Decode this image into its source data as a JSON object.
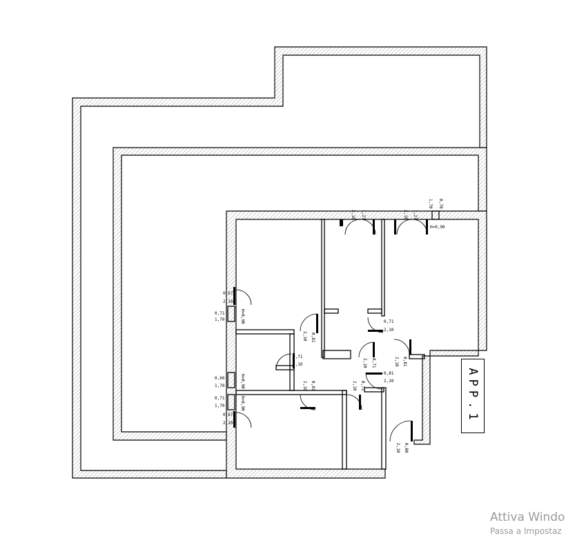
{
  "plan": {
    "apartment_label": "APP.1",
    "openings": [
      {
        "id": "d1",
        "w": "1,27",
        "h": "2,10"
      },
      {
        "id": "d2",
        "w": "1,27",
        "h": "2,10"
      },
      {
        "id": "w1",
        "w": "0,70",
        "h": "1,70",
        "sill": "H=0,90"
      },
      {
        "id": "d3",
        "w": "0,67",
        "h": "2,10"
      },
      {
        "id": "w2",
        "w": "0,71",
        "h": "1,70",
        "sill": "H=0,90"
      },
      {
        "id": "d4",
        "w": "0,81",
        "h": "2,10"
      },
      {
        "id": "d5",
        "w": "0,71",
        "h": "2,10"
      },
      {
        "id": "d6",
        "w": "0,71",
        "h": "2,10"
      },
      {
        "id": "d7",
        "w": "0,71",
        "h": "2,10"
      },
      {
        "id": "d8",
        "w": "0,81",
        "h": "2,10"
      },
      {
        "id": "d9",
        "w": "0,81",
        "h": "2,10"
      },
      {
        "id": "w3",
        "w": "0,60",
        "h": "1,70",
        "sill": "H=0,90"
      },
      {
        "id": "d10",
        "w": "0,81",
        "h": "2,10"
      },
      {
        "id": "d11",
        "w": "0,71",
        "h": "2,10"
      },
      {
        "id": "w4",
        "w": "0,71",
        "h": "1,70",
        "sill": "H=0,90"
      },
      {
        "id": "d12",
        "w": "0,67",
        "h": "2,10"
      },
      {
        "id": "d13",
        "w": "0,80",
        "h": "2,10"
      }
    ]
  },
  "watermark": {
    "line1": "Attiva Windo",
    "line2": "Passa a Impostaz"
  }
}
